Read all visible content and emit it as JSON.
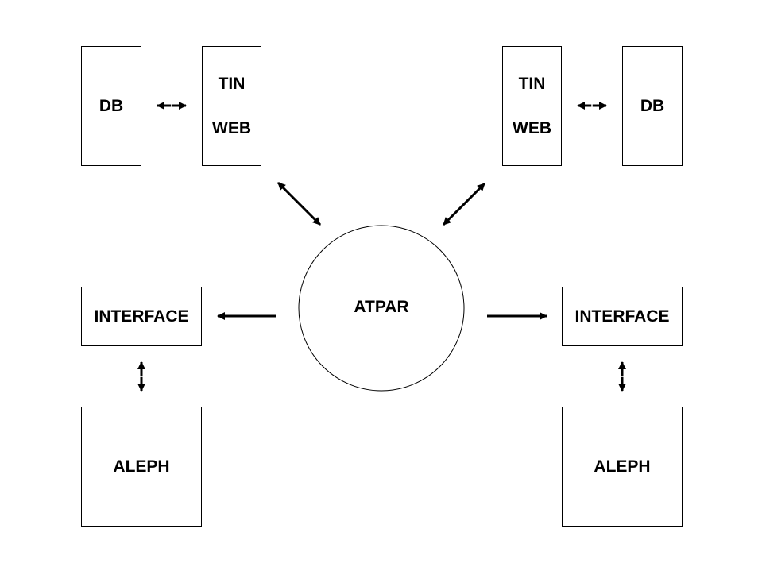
{
  "nodes": {
    "db_left": {
      "label": "DB"
    },
    "tinweb_left": {
      "line1": "TIN",
      "line2": "WEB"
    },
    "tinweb_right": {
      "line1": "TIN",
      "line2": "WEB"
    },
    "db_right": {
      "label": "DB"
    },
    "interface_left": {
      "label": "INTERFACE"
    },
    "interface_right": {
      "label": "INTERFACE"
    },
    "aleph_left": {
      "label": "ALEPH"
    },
    "aleph_right": {
      "label": "ALEPH"
    },
    "hub": {
      "label": "ATPAR"
    }
  },
  "edges": [
    {
      "from": "db_left",
      "to": "tinweb_left",
      "direction": "both"
    },
    {
      "from": "tinweb_right",
      "to": "db_right",
      "direction": "both"
    },
    {
      "from": "tinweb_left",
      "to": "hub",
      "direction": "both"
    },
    {
      "from": "tinweb_right",
      "to": "hub",
      "direction": "both"
    },
    {
      "from": "hub",
      "to": "interface_left",
      "direction": "forward"
    },
    {
      "from": "hub",
      "to": "interface_right",
      "direction": "forward"
    },
    {
      "from": "interface_left",
      "to": "aleph_left",
      "direction": "both"
    },
    {
      "from": "interface_right",
      "to": "aleph_right",
      "direction": "both"
    }
  ],
  "colors": {
    "stroke": "#000000",
    "background": "#ffffff"
  }
}
